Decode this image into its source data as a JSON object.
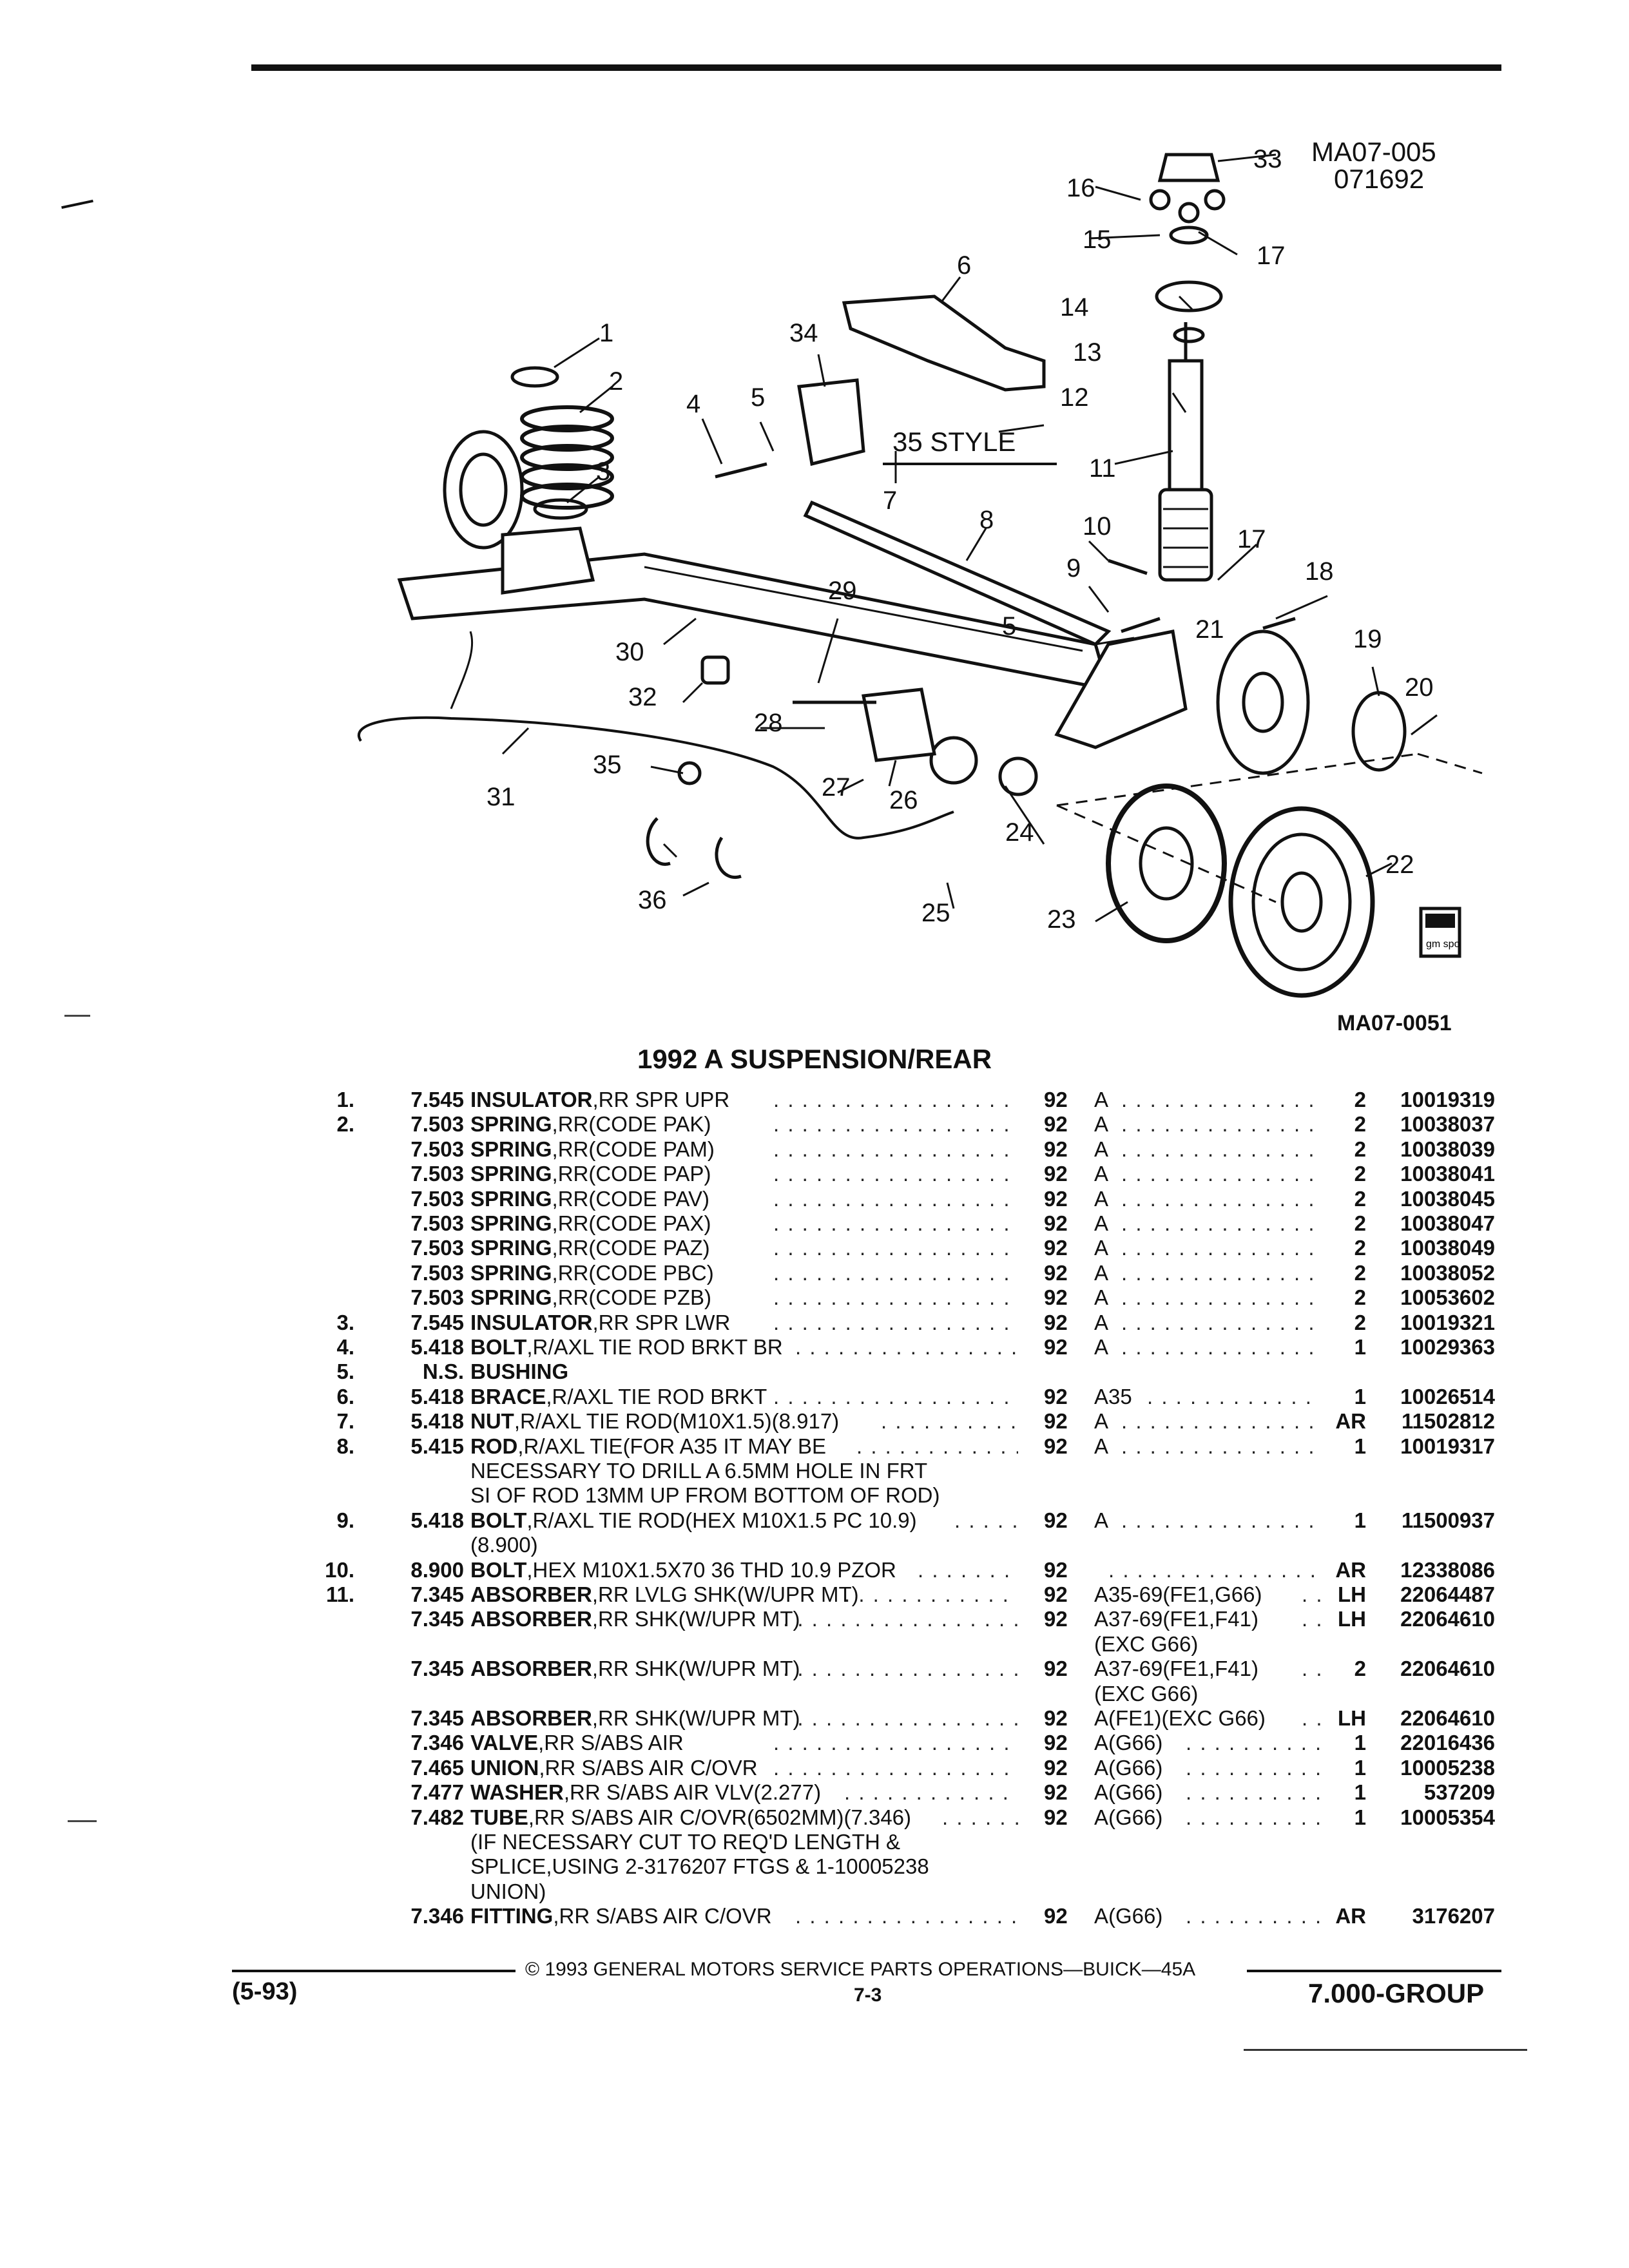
{
  "diagram": {
    "code_top": "MA07-005",
    "date_code": "071692",
    "style_label": "35 STYLE",
    "code_bottom": "MA07-0051",
    "logo_text": "gm spo",
    "callouts": [
      "1",
      "2",
      "3",
      "4",
      "5",
      "6",
      "7",
      "8",
      "9",
      "10",
      "11",
      "12",
      "13",
      "14",
      "15",
      "16",
      "17",
      "17",
      "18",
      "19",
      "20",
      "21",
      "22",
      "23",
      "24",
      "25",
      "26",
      "27",
      "28",
      "29",
      "30",
      "31",
      "32",
      "33",
      "34",
      "35",
      "36",
      "5"
    ]
  },
  "title": "1992 A SUSPENSION/REAR",
  "rows": [
    {
      "ref": "1.",
      "grp": "7.545",
      "name": "INSULATOR",
      "desc": ",RR SPR UPR",
      "yr": "92",
      "ser": "A",
      "qty": "2",
      "pn": "10019319"
    },
    {
      "ref": "2.",
      "grp": "7.503",
      "name": "SPRING",
      "desc": ",RR(CODE PAK)",
      "yr": "92",
      "ser": "A",
      "qty": "2",
      "pn": "10038037"
    },
    {
      "ref": "",
      "grp": "7.503",
      "name": "SPRING",
      "desc": ",RR(CODE PAM)",
      "yr": "92",
      "ser": "A",
      "qty": "2",
      "pn": "10038039"
    },
    {
      "ref": "",
      "grp": "7.503",
      "name": "SPRING",
      "desc": ",RR(CODE PAP)",
      "yr": "92",
      "ser": "A",
      "qty": "2",
      "pn": "10038041"
    },
    {
      "ref": "",
      "grp": "7.503",
      "name": "SPRING",
      "desc": ",RR(CODE PAV)",
      "yr": "92",
      "ser": "A",
      "qty": "2",
      "pn": "10038045"
    },
    {
      "ref": "",
      "grp": "7.503",
      "name": "SPRING",
      "desc": ",RR(CODE PAX)",
      "yr": "92",
      "ser": "A",
      "qty": "2",
      "pn": "10038047"
    },
    {
      "ref": "",
      "grp": "7.503",
      "name": "SPRING",
      "desc": ",RR(CODE PAZ)",
      "yr": "92",
      "ser": "A",
      "qty": "2",
      "pn": "10038049"
    },
    {
      "ref": "",
      "grp": "7.503",
      "name": "SPRING",
      "desc": ",RR(CODE PBC)",
      "yr": "92",
      "ser": "A",
      "qty": "2",
      "pn": "10038052"
    },
    {
      "ref": "",
      "grp": "7.503",
      "name": "SPRING",
      "desc": ",RR(CODE PZB)",
      "yr": "92",
      "ser": "A",
      "qty": "2",
      "pn": "10053602"
    },
    {
      "ref": "3.",
      "grp": "7.545",
      "name": "INSULATOR",
      "desc": ",RR SPR LWR",
      "yr": "92",
      "ser": "A",
      "qty": "2",
      "pn": "10019321"
    },
    {
      "ref": "4.",
      "grp": "5.418",
      "name": "BOLT",
      "desc": ",R/AXL TIE ROD BRKT BR",
      "yr": "92",
      "ser": "A",
      "qty": "1",
      "pn": "10029363"
    },
    {
      "ref": "5.",
      "grp": "N.S.",
      "name": "BUSHING",
      "desc": "",
      "yr": "",
      "ser": "",
      "qty": "",
      "pn": ""
    },
    {
      "ref": "6.",
      "grp": "5.418",
      "name": "BRACE",
      "desc": ",R/AXL TIE ROD BRKT",
      "yr": "92",
      "ser": "A35",
      "qty": "1",
      "pn": "10026514"
    },
    {
      "ref": "7.",
      "grp": "5.418",
      "name": "NUT",
      "desc": ",R/AXL TIE ROD(M10X1.5)(8.917)",
      "yr": "92",
      "ser": "A",
      "qty": "AR",
      "pn": "11502812"
    },
    {
      "ref": "8.",
      "grp": "5.415",
      "name": "ROD",
      "desc": ",R/AXL TIE(FOR A35 IT MAY BE",
      "yr": "92",
      "ser": "A",
      "qty": "1",
      "pn": "10019317"
    },
    {
      "ref": "",
      "grp": "",
      "name": "",
      "desc": "NECESSARY TO DRILL A 6.5MM HOLE IN FRT",
      "yr": "",
      "ser": "",
      "qty": "",
      "pn": ""
    },
    {
      "ref": "",
      "grp": "",
      "name": "",
      "desc": "SI OF ROD 13MM UP FROM BOTTOM OF ROD)",
      "yr": "",
      "ser": "",
      "qty": "",
      "pn": ""
    },
    {
      "ref": "9.",
      "grp": "5.418",
      "name": "BOLT",
      "desc": ",R/AXL TIE ROD(HEX M10X1.5 PC 10.9)",
      "yr": "92",
      "ser": "A",
      "qty": "1",
      "pn": "11500937"
    },
    {
      "ref": "",
      "grp": "",
      "name": "",
      "desc": "(8.900)",
      "yr": "",
      "ser": "",
      "qty": "",
      "pn": ""
    },
    {
      "ref": "10.",
      "grp": "8.900",
      "name": "BOLT",
      "desc": ",HEX M10X1.5X70 36 THD 10.9 PZOR",
      "yr": "92",
      "ser": "",
      "qty": "AR",
      "pn": "12338086"
    },
    {
      "ref": "11.",
      "grp": "7.345",
      "name": "ABSORBER",
      "desc": ",RR LVLG SHK(W/UPR MT)",
      "yr": "92",
      "ser": "A35-69(FE1,G66)",
      "qty": "LH",
      "pn": "22064487"
    },
    {
      "ref": "",
      "grp": "7.345",
      "name": "ABSORBER",
      "desc": ",RR SHK(W/UPR MT)",
      "yr": "92",
      "ser": "A37-69(FE1,F41)",
      "qty": "LH",
      "pn": "22064610"
    },
    {
      "ref": "",
      "grp": "",
      "name": "",
      "desc": "",
      "yr": "",
      "ser": "(EXC G66)",
      "qty": "",
      "pn": ""
    },
    {
      "ref": "",
      "grp": "7.345",
      "name": "ABSORBER",
      "desc": ",RR SHK(W/UPR MT)",
      "yr": "92",
      "ser": "A37-69(FE1,F41)",
      "qty": "2",
      "pn": "22064610"
    },
    {
      "ref": "",
      "grp": "",
      "name": "",
      "desc": "",
      "yr": "",
      "ser": "(EXC G66)",
      "qty": "",
      "pn": ""
    },
    {
      "ref": "",
      "grp": "7.345",
      "name": "ABSORBER",
      "desc": ",RR SHK(W/UPR MT)",
      "yr": "92",
      "ser": "A(FE1)(EXC G66)",
      "qty": "LH",
      "pn": "22064610"
    },
    {
      "ref": "",
      "grp": "7.346",
      "name": "VALVE",
      "desc": ",RR S/ABS AIR",
      "yr": "92",
      "ser": "A(G66)",
      "qty": "1",
      "pn": "22016436"
    },
    {
      "ref": "",
      "grp": "7.465",
      "name": "UNION",
      "desc": ",RR S/ABS AIR C/OVR",
      "yr": "92",
      "ser": "A(G66)",
      "qty": "1",
      "pn": "10005238"
    },
    {
      "ref": "",
      "grp": "7.477",
      "name": "WASHER",
      "desc": ",RR S/ABS AIR VLV(2.277)",
      "yr": "92",
      "ser": "A(G66)",
      "qty": "1",
      "pn": "537209"
    },
    {
      "ref": "",
      "grp": "7.482",
      "name": "TUBE",
      "desc": ",RR S/ABS AIR C/OVR(6502MM)(7.346)",
      "yr": "92",
      "ser": "A(G66)",
      "qty": "1",
      "pn": "10005354"
    },
    {
      "ref": "",
      "grp": "",
      "name": "",
      "desc": "(IF NECESSARY CUT TO REQ'D LENGTH &",
      "yr": "",
      "ser": "",
      "qty": "",
      "pn": ""
    },
    {
      "ref": "",
      "grp": "",
      "name": "",
      "desc": "SPLICE,USING 2-3176207 FTGS & 1-10005238",
      "yr": "",
      "ser": "",
      "qty": "",
      "pn": ""
    },
    {
      "ref": "",
      "grp": "",
      "name": "",
      "desc": "UNION)",
      "yr": "",
      "ser": "",
      "qty": "",
      "pn": ""
    },
    {
      "ref": "",
      "grp": "7.346",
      "name": "FITTING",
      "desc": ",RR S/ABS AIR C/OVR",
      "yr": "92",
      "ser": "A(G66)",
      "qty": "AR",
      "pn": "3176207"
    }
  ],
  "footer": {
    "copyright": "© 1993 GENERAL MOTORS SERVICE PARTS OPERATIONS—BUICK—45A",
    "date": "(5-93)",
    "page": "7-3",
    "group": "7.000-GROUP"
  }
}
